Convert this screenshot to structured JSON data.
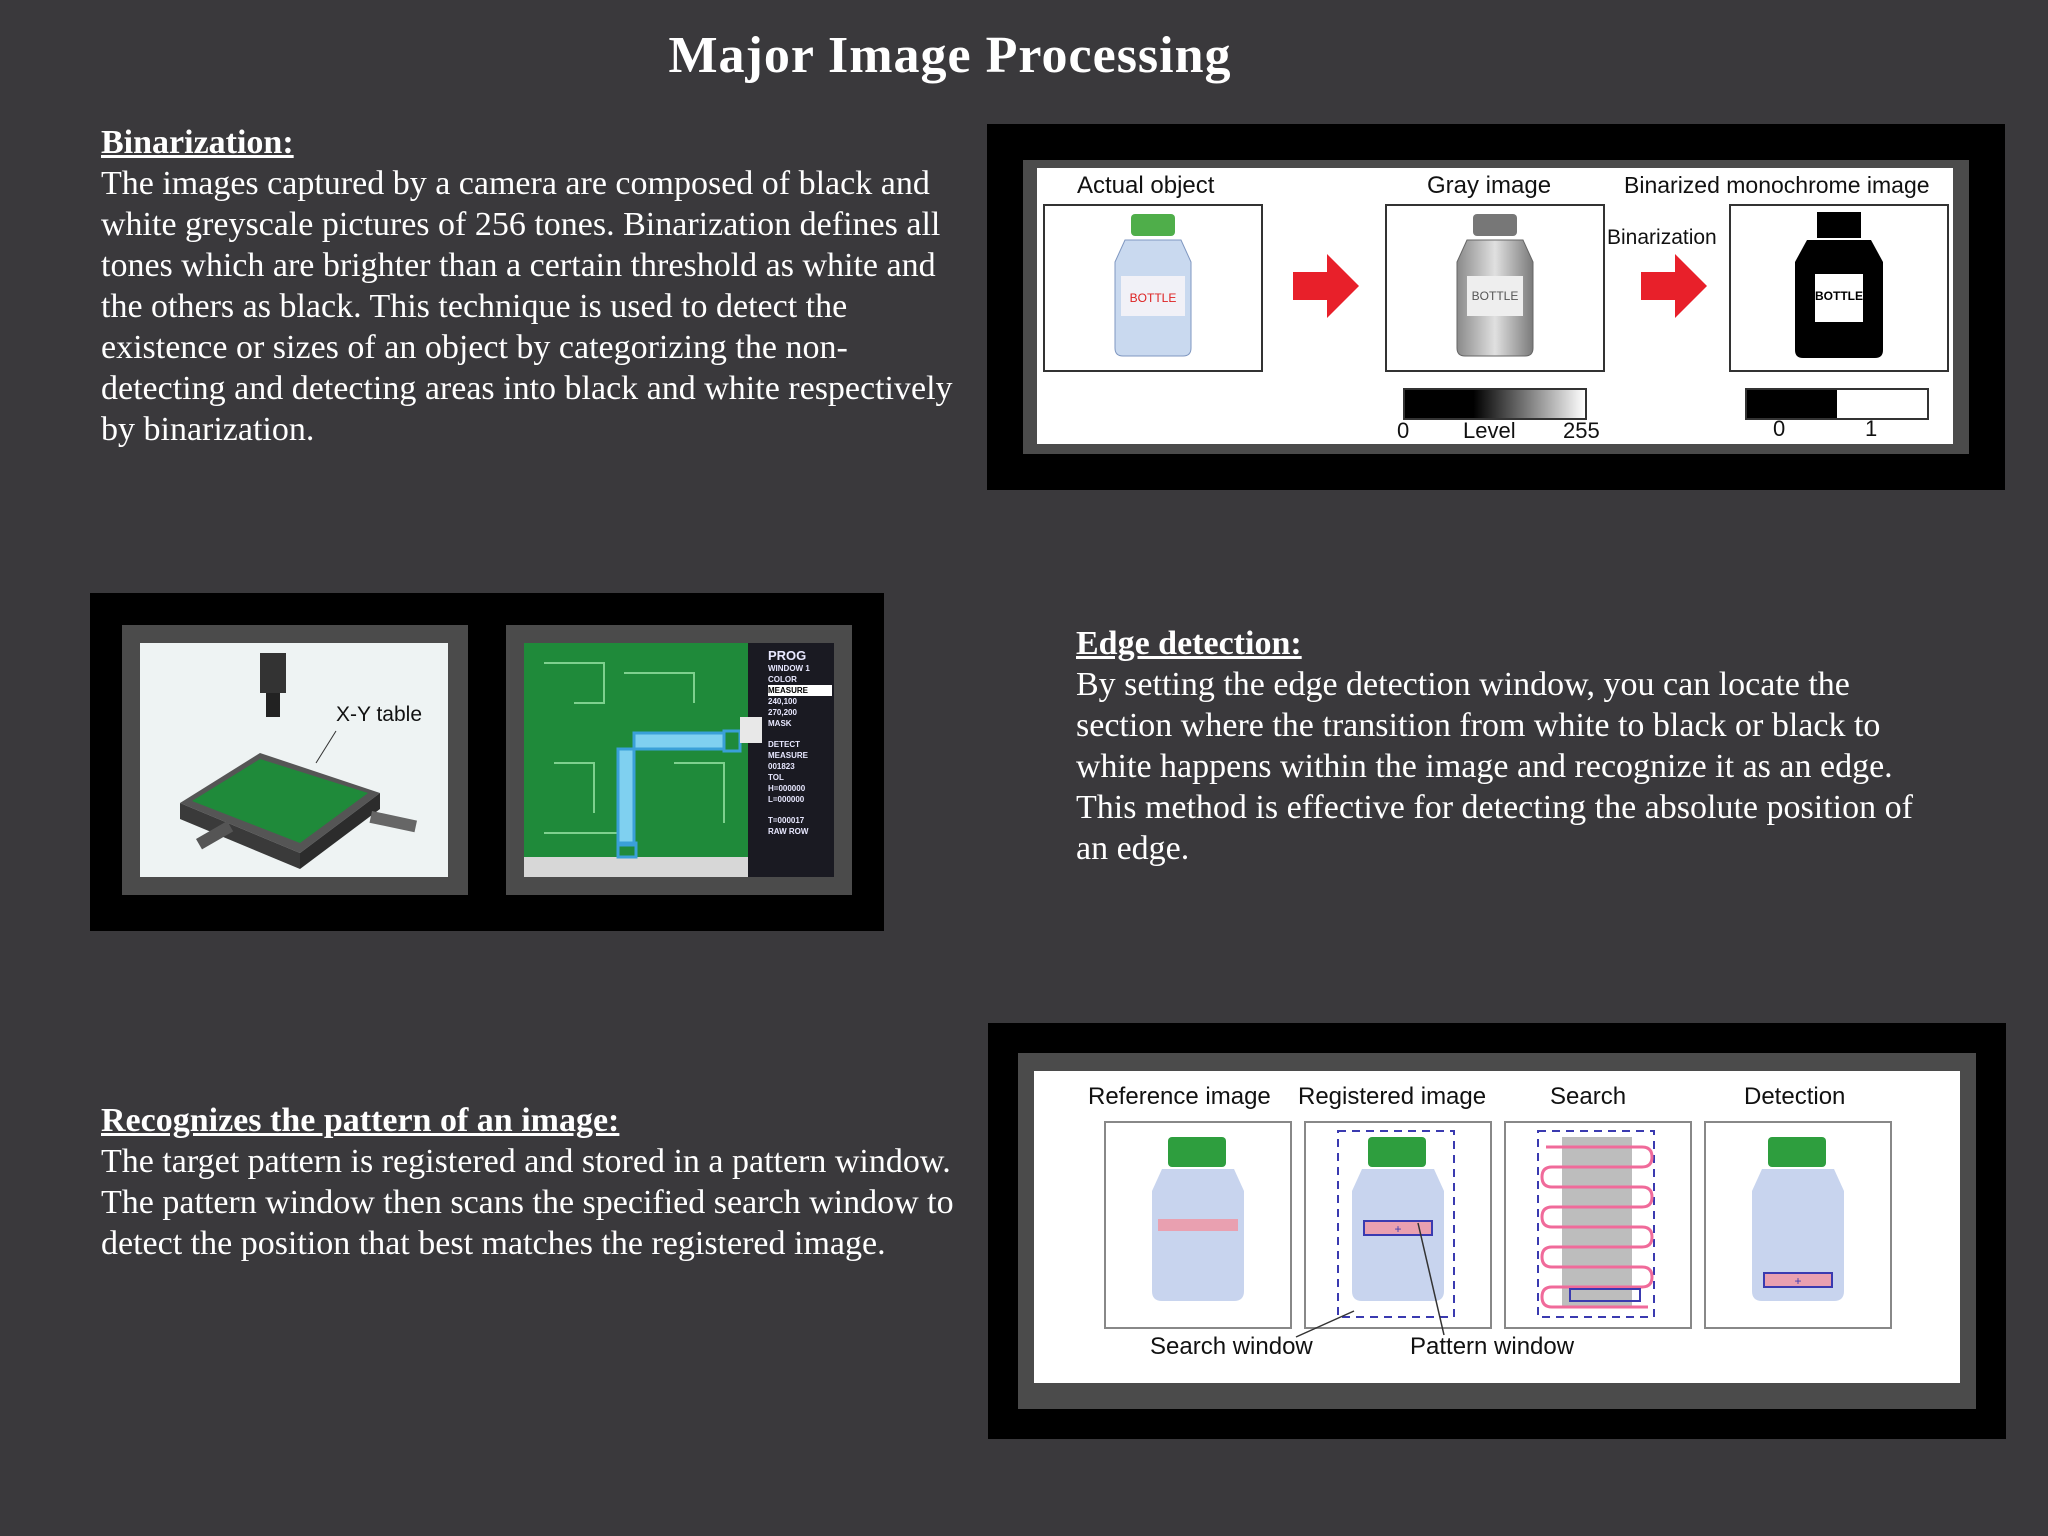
{
  "page": {
    "title": "Major Image Processing"
  },
  "binarization": {
    "heading": "Binarization:",
    "body": "The images captured by a camera are composed of black and white greyscale pictures of 256 tones. Binarization defines all tones which are brighter than a certain threshold as white and the others as black. This technique is used to detect the existence or sizes of an object by categorizing the non-detecting and detecting areas into black and white respectively by binarization.",
    "figure": {
      "actual_label": "Actual object",
      "gray_label": "Gray image",
      "binarized_label": "Binarized monochrome image",
      "arrow_label": "Binarization",
      "bottle_label": "BOTTLE",
      "gray_scale_min": "0",
      "gray_scale_caption": "Level",
      "gray_scale_max": "255",
      "mono_scale_min": "0",
      "mono_scale_max": "1"
    }
  },
  "edge_detection": {
    "heading": "Edge detection:",
    "body": "By setting the edge detection window, you can locate the section where the transition from white to black or black to white happens within the image and recognize it as an edge. This method is effective for detecting the absolute position of an edge.",
    "figure": {
      "xy_label": "X-Y table",
      "screen_lines": [
        "PROG",
        "WINDOW 1",
        "COLOR",
        "MEASURE",
        "240,100",
        "270,200",
        "MASK",
        "DETECT",
        "MEASURE",
        "001823",
        "TOL",
        "H=000000",
        "L=000000",
        "T=000017",
        "RAW ROW"
      ]
    }
  },
  "pattern": {
    "heading": "Recognizes the pattern of an image:",
    "body": "The target pattern is registered and stored in a pattern window. The pattern window then scans the specified search window to detect the position that best matches the registered image.",
    "figure": {
      "reference_label": "Reference image",
      "registered_label": "Registered image",
      "search_label": "Search",
      "detection_label": "Detection",
      "search_window_label": "Search window",
      "pattern_window_label": "Pattern window"
    }
  },
  "colors": {
    "background": "#3a393c",
    "arrow": "#e8202a",
    "pcb": "#1f8a3a",
    "highlight": "#7fd0f0",
    "cap": "#2e9e3e"
  }
}
